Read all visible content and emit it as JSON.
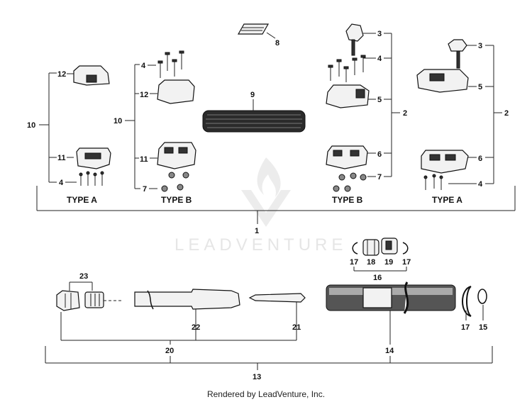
{
  "callouts": {
    "c1": "1",
    "c2a": "2",
    "c2b": "2",
    "c3a": "3",
    "c3b": "3",
    "c4a": "4",
    "c4b": "4",
    "c4c": "4",
    "c4d": "4",
    "c5a": "5",
    "c5b": "5",
    "c6a": "6",
    "c6b": "6",
    "c7a": "7",
    "c7b": "7",
    "c8": "8",
    "c9": "9",
    "c10a": "10",
    "c10b": "10",
    "c11a": "11",
    "c11b": "11",
    "c12a": "12",
    "c12b": "12",
    "c13": "13",
    "c14": "14",
    "c15": "15",
    "c16": "16",
    "c17a": "17",
    "c17b": "17",
    "c17c": "17",
    "c18": "18",
    "c19": "19",
    "c20": "20",
    "c21": "21",
    "c22": "22",
    "c23": "23"
  },
  "types": {
    "type_a_left": "TYPE A",
    "type_b_left": "TYPE B",
    "type_b_right": "TYPE B",
    "type_a_right": "TYPE A"
  },
  "watermark": "LEADVENTURE",
  "footer": "Rendered by LeadVenture, Inc."
}
